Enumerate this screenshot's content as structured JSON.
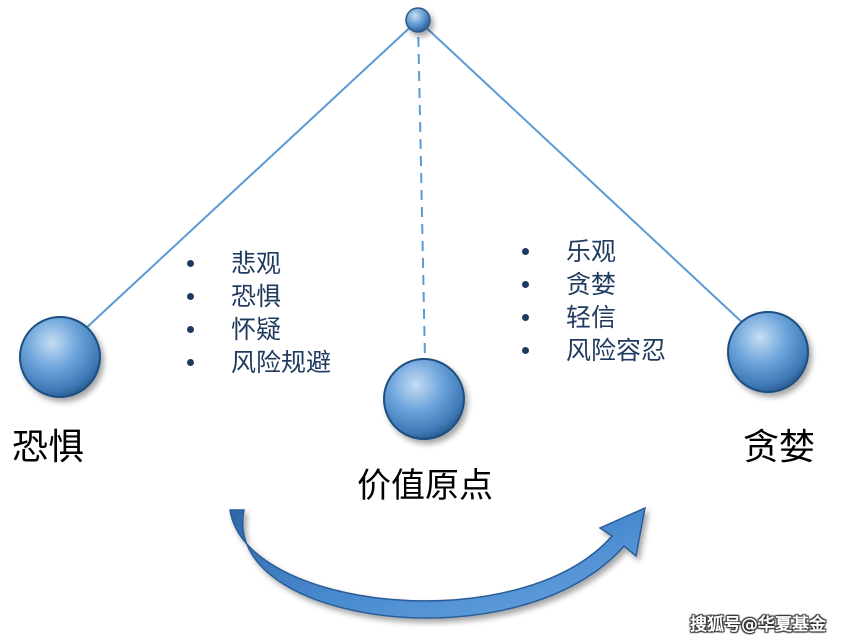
{
  "labels": {
    "left": "恐惧",
    "center": "价值原点",
    "right": "贪婪"
  },
  "left_bullets": [
    "悲观",
    "恐惧",
    "怀疑",
    "风险规避"
  ],
  "right_bullets": [
    "乐观",
    "贪婪",
    "轻信",
    "风险容忍"
  ],
  "watermark": "搜狐号@华夏基金",
  "colors": {
    "ball": "#5b9bd5",
    "ball_dark": "#2e5f8f",
    "line": "#5b9bd5",
    "arrow": "#3a78c2",
    "bullet_text": "#1f3a5f"
  },
  "icons": {
    "ball": "pendulum-ball-icon",
    "pivot": "pendulum-pivot-icon",
    "arrow": "curved-arrow-icon"
  }
}
